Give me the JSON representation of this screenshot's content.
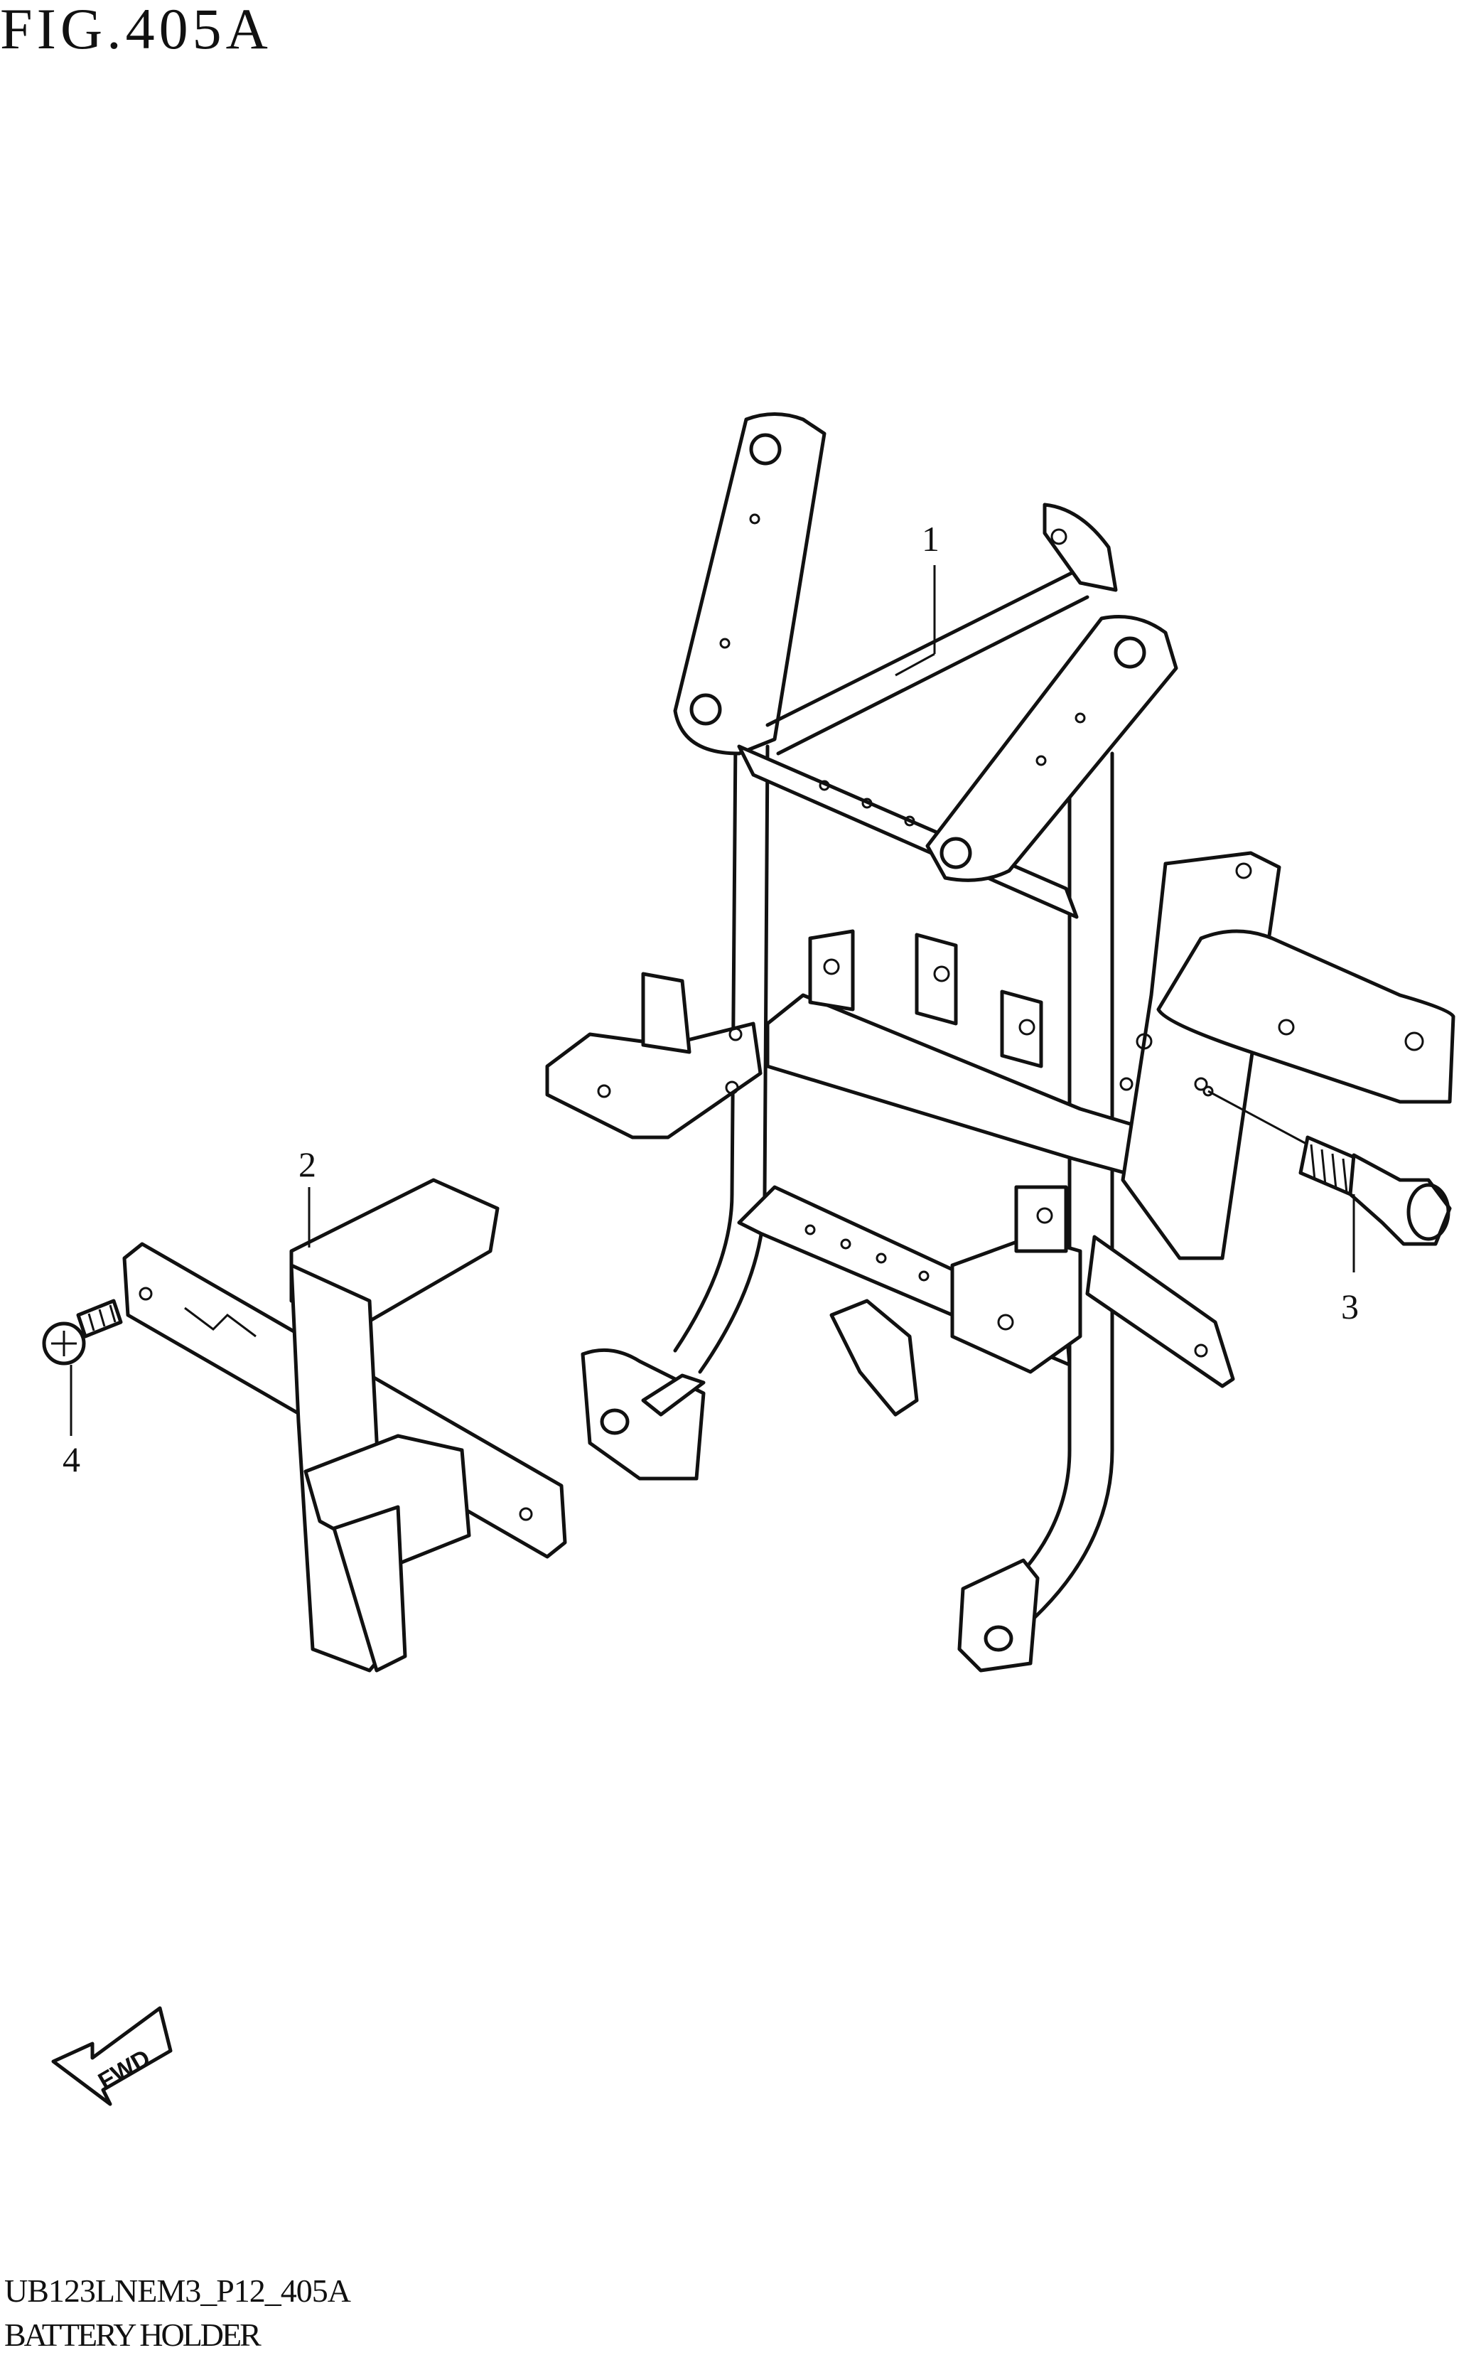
{
  "figure": {
    "title": "FIG.405A",
    "code": "UB123LNEM3_P12_405A",
    "caption": "BATTERY HOLDER"
  },
  "callouts": [
    "1",
    "2",
    "3",
    "4"
  ],
  "fwd_label": "FWD"
}
